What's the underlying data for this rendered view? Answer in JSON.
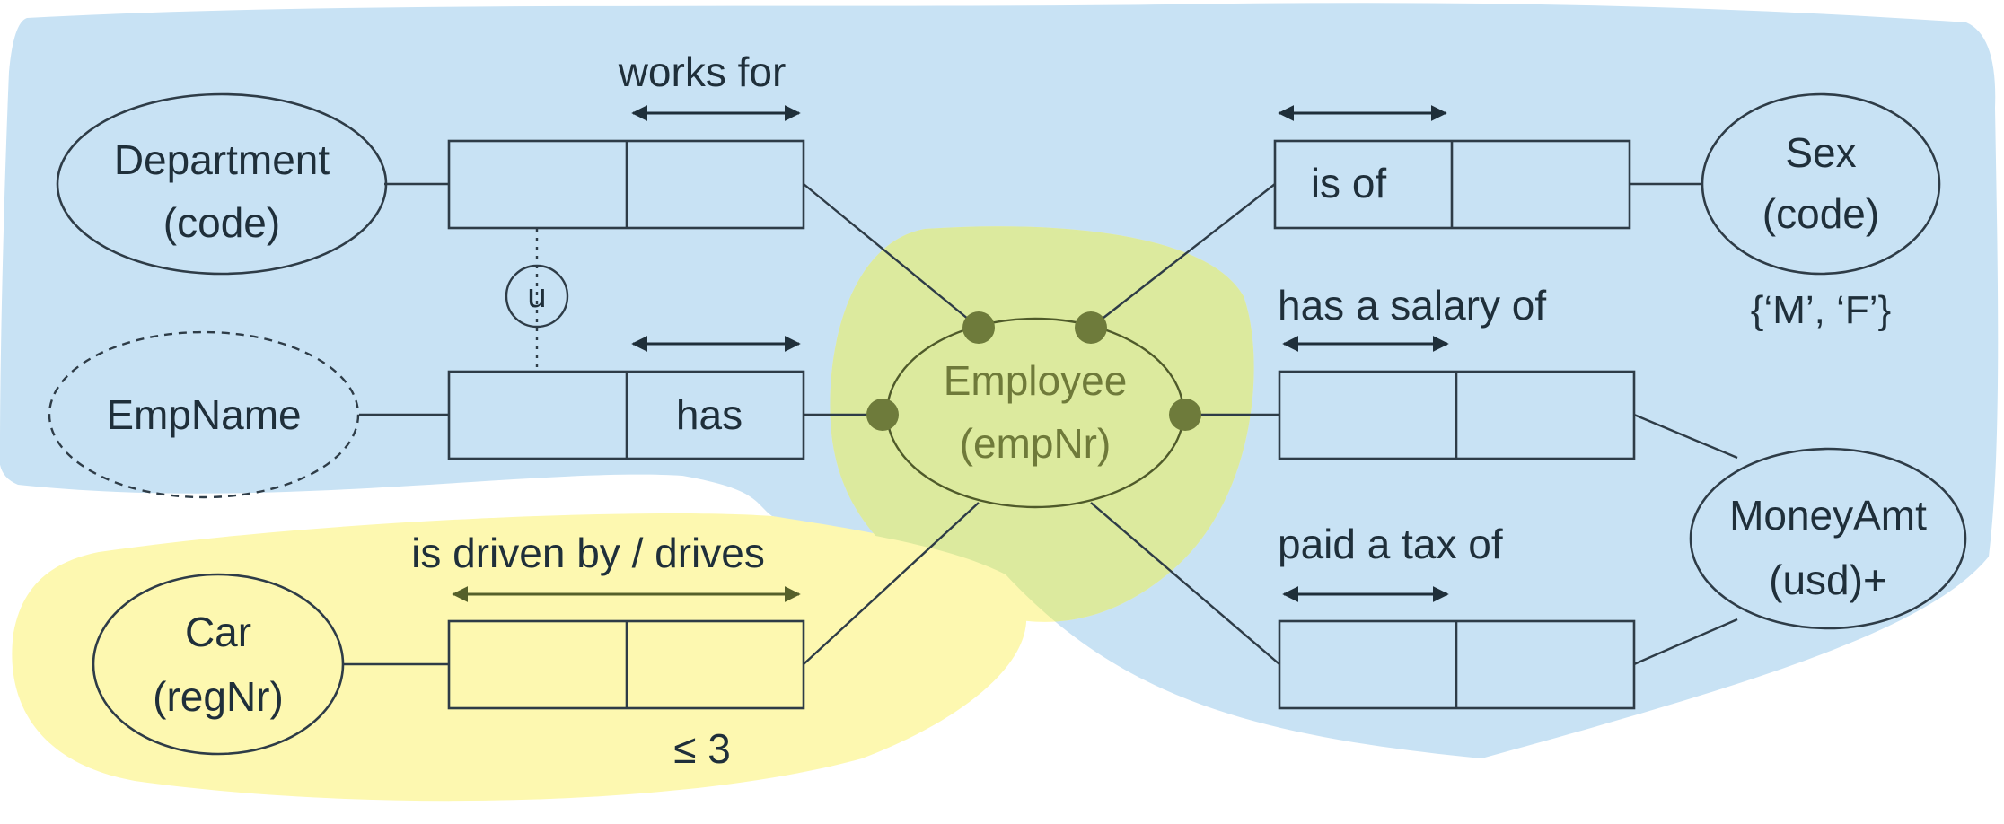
{
  "diagram": {
    "colors": {
      "blue_region": "#c8e2f4",
      "yellow_region": "#fdf8b0",
      "green_overlap": "#dcea9e",
      "line": "#2e3c47",
      "role_dot": "#6e7b3b"
    },
    "entities": {
      "department": {
        "name": "Department",
        "ref": "(code)"
      },
      "empname": {
        "name": "EmpName"
      },
      "car": {
        "name": "Car",
        "ref": "(regNr)"
      },
      "employee": {
        "name": "Employee",
        "ref": "(empNr)"
      },
      "sex": {
        "name": "Sex",
        "ref": "(code)",
        "values": "{‘M’, ‘F’}"
      },
      "moneyamt": {
        "name": "MoneyAmt",
        "ref": "(usd)+"
      }
    },
    "facts": {
      "works_for": {
        "reading": "works for",
        "role2_text": ""
      },
      "has": {
        "reading": "",
        "role2_text": "has"
      },
      "drives": {
        "reading": "is driven by / drives",
        "constraint": "≤ 3"
      },
      "is_of": {
        "role1_text": "is of"
      },
      "salary": {
        "reading": "has a salary of"
      },
      "tax": {
        "reading": "paid a tax of"
      }
    },
    "constraint_symbol": "u"
  }
}
